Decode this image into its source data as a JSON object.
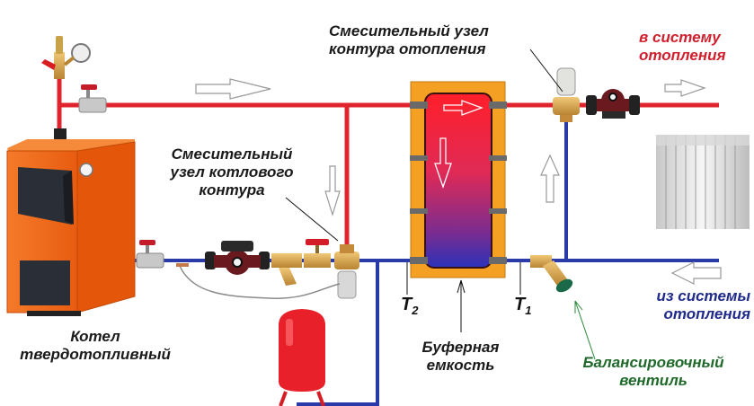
{
  "labels": {
    "heating_mixing_unit": [
      "Смесительный узел",
      "контура отопления"
    ],
    "to_heating_system": [
      "в систему",
      "отопления"
    ],
    "boiler_mixing_unit": [
      "Смесительный",
      "узел котлового",
      "контура"
    ],
    "boiler": [
      "Котел",
      "твердотопливный"
    ],
    "buffer_tank": [
      "Буферная",
      "емкость"
    ],
    "from_heating_system": [
      "из системы",
      "отопления"
    ],
    "balancing_valve": [
      "Балансировочный",
      "вентиль"
    ],
    "sensor_t1": {
      "letter": "T",
      "index": "1"
    },
    "sensor_t2": {
      "letter": "T",
      "index": "2"
    }
  },
  "colors": {
    "supply_pipe": "#e0242e",
    "return_pipe": "#2a3aa8",
    "boiler_body": "#f26a1b",
    "tank_insulation": "#f4a022",
    "tank_top": "#ff1f2a",
    "tank_bottom": "#2a32b8",
    "label_red": "#d0202e",
    "label_blue": "#1f2a8a",
    "label_green": "#1f6a2a"
  },
  "components": [
    "safety-group",
    "ball-valve-supply",
    "solid-fuel-boiler",
    "ball-valve-return",
    "circulation-pump-boiler",
    "strainer",
    "ball-valve-brass",
    "three-way-mixing-valve-boiler",
    "thermostatic-head-boiler",
    "expansion-tank",
    "buffer-tank",
    "balancing-valve",
    "three-way-mixing-valve-heating",
    "thermostatic-head-heating",
    "circulation-pump-heating",
    "radiator"
  ]
}
